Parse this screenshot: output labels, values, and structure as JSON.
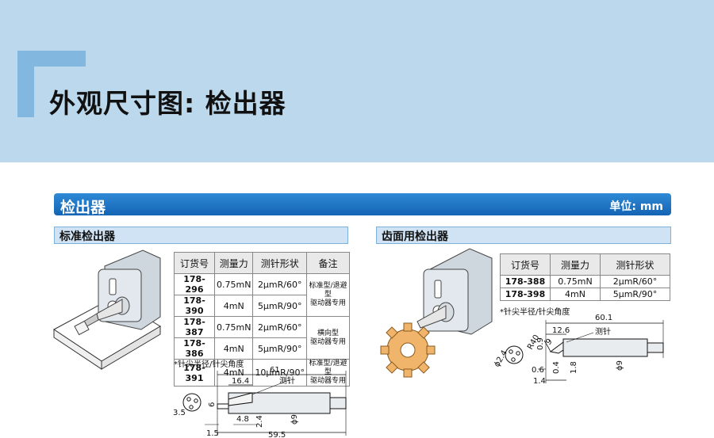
{
  "header": {
    "title": "外观尺寸图: 检出器"
  },
  "section": {
    "title": "检出器",
    "unit": "单位: mm"
  },
  "left": {
    "subtitle": "标准检出器",
    "table": {
      "headers": [
        "订货号",
        "测量力",
        "测针形状",
        "备注"
      ],
      "rows": [
        {
          "code": "178-296",
          "force": "0.75mN",
          "shape": "2μmR/60°"
        },
        {
          "code": "178-390",
          "force": "4mN",
          "shape": "5μmR/90°"
        },
        {
          "code": "178-387",
          "force": "0.75mN",
          "shape": "2μmR/60°"
        },
        {
          "code": "178-386",
          "force": "4mN",
          "shape": "5μmR/90°"
        },
        {
          "code": "178-391",
          "force": "4mN",
          "shape": "10μmR/90°"
        }
      ],
      "remarks": [
        "标准型/退避型\n驱动器专用",
        "横向型\n驱动器专用",
        "标准型/退避型\n驱动器专用"
      ]
    },
    "footnote": "*针尖半径/针尖角度",
    "dims": {
      "d61": "61",
      "d16_4": "16.4",
      "probe": "测针",
      "d6": "6",
      "d3_5": "3.5",
      "d4_8": "4.8",
      "d2_4": "2.4",
      "phi9": "ϕ9",
      "d1_5": "1.5",
      "d59_5": "59.5"
    }
  },
  "right": {
    "subtitle": "齿面用检出器",
    "table": {
      "headers": [
        "订货号",
        "测量力",
        "测针形状"
      ],
      "rows": [
        {
          "code": "178-388",
          "force": "0.75mN",
          "shape": "2μmR/60°"
        },
        {
          "code": "178-398",
          "force": "4mN",
          "shape": "5μmR/90°"
        }
      ]
    },
    "footnote": "*针尖半径/针尖角度",
    "dims": {
      "d60_1": "60.1",
      "d12_6": "12.6",
      "probe": "测针",
      "r40": "R40",
      "d0_9": "0.9",
      "d9t": "9",
      "phi2_4": "ϕ2.4",
      "d0_6": "0.6",
      "d0_4": "0.4",
      "d1_8": "1.8",
      "phi9": "ϕ9",
      "d1_4": "1.4"
    }
  }
}
